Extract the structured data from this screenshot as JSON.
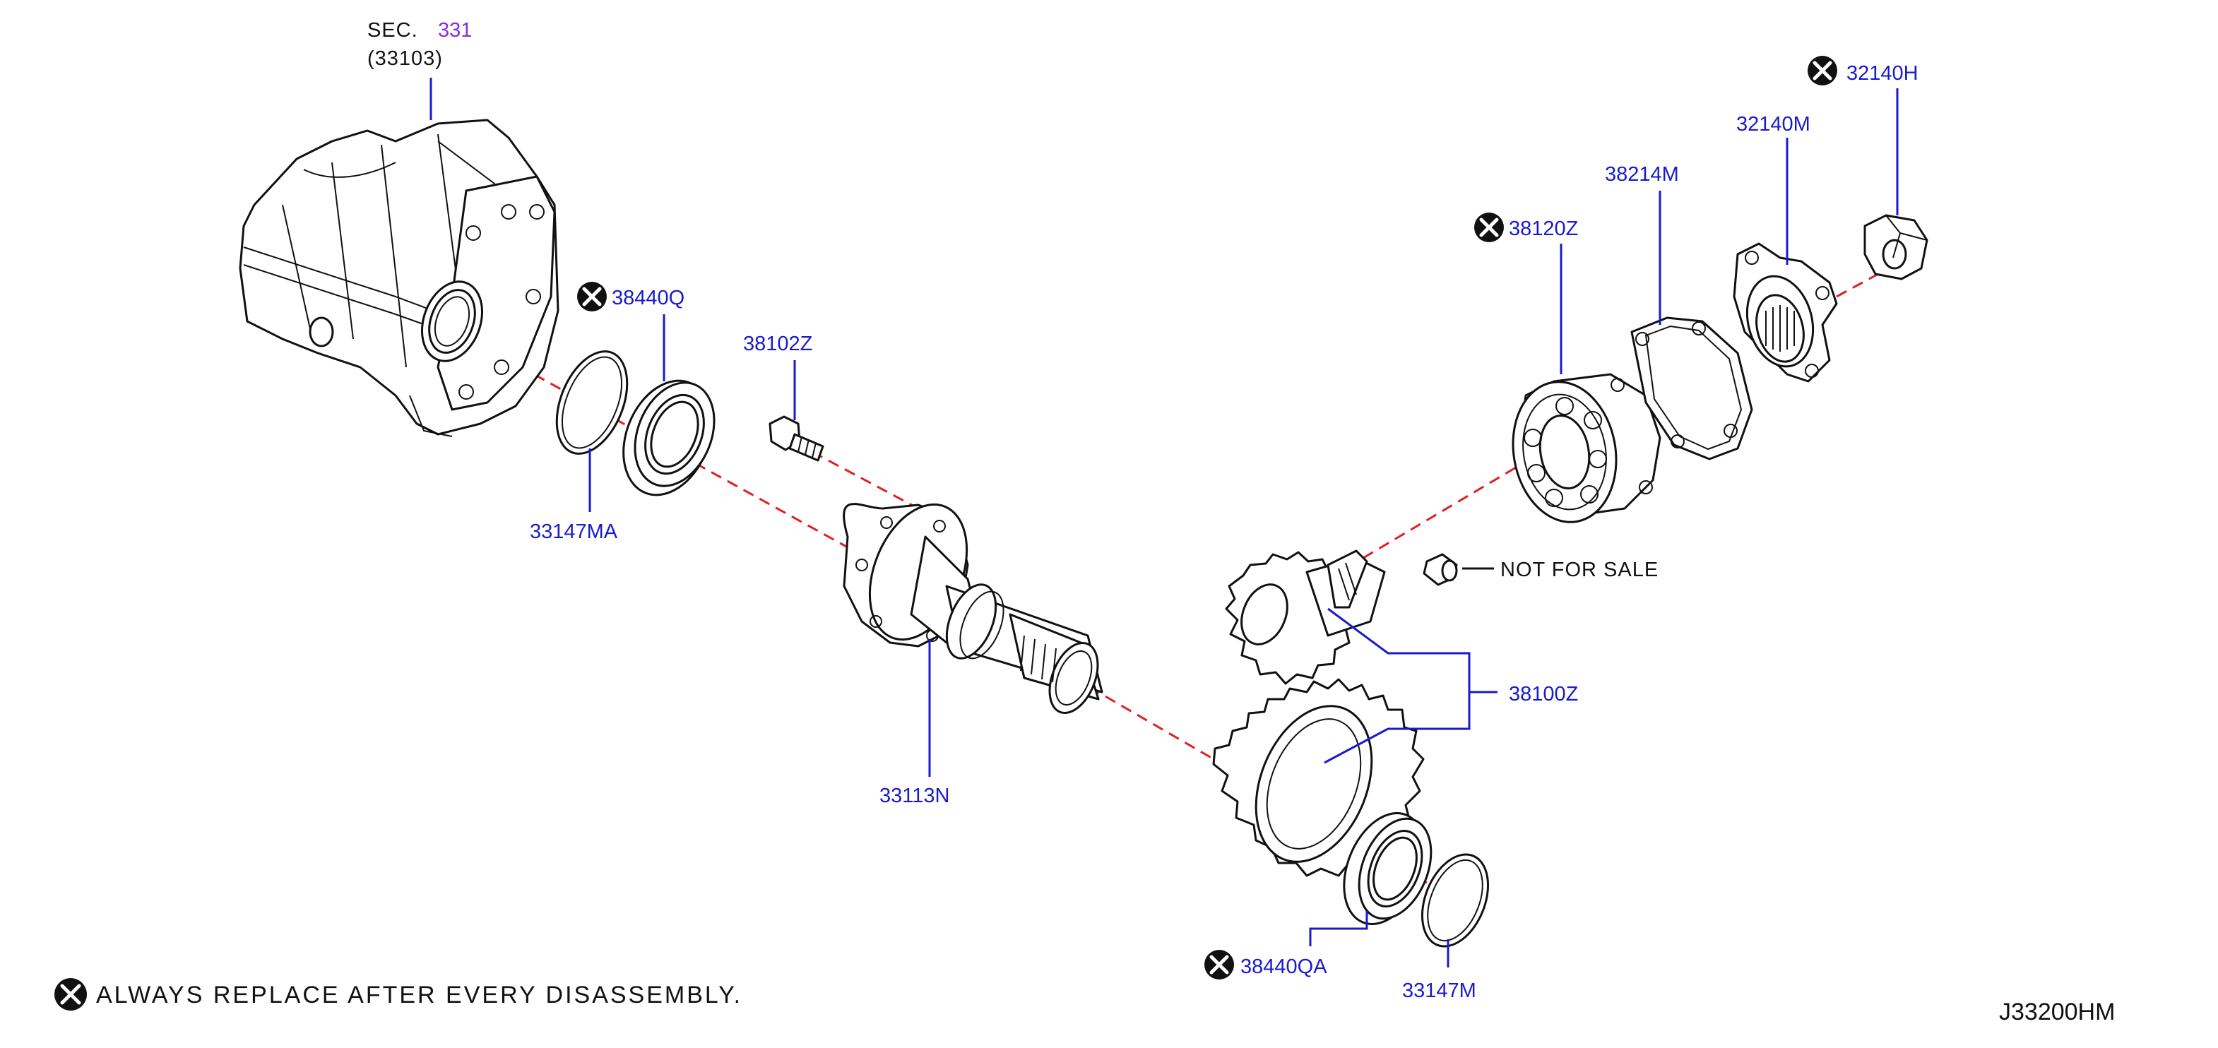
{
  "section": {
    "prefix": "SEC.",
    "number": "331",
    "ref": "(33103)"
  },
  "labels": {
    "p38440Q": "38440Q",
    "p33147MA": "33147MA",
    "p38102Z": "38102Z",
    "p33113N": "33113N",
    "p38120Z": "38120Z",
    "p38214M": "38214M",
    "p32140M": "32140M",
    "p32140H": "32140H",
    "p38100Z": "38100Z",
    "p38440QA": "38440QA",
    "p33147M": "33147M",
    "not_for_sale": "NOT  FOR  SALE"
  },
  "footnote": "ALWAYS  REPLACE  AFTER  EVERY  DISASSEMBLY.",
  "diagram_code": "J33200HM",
  "icons": {
    "replace_marker": "circle-x-icon"
  },
  "colors": {
    "label": "#1a1acc",
    "axis_line": "#e02020",
    "section_number": "#8a2be2",
    "ink": "#111111"
  }
}
